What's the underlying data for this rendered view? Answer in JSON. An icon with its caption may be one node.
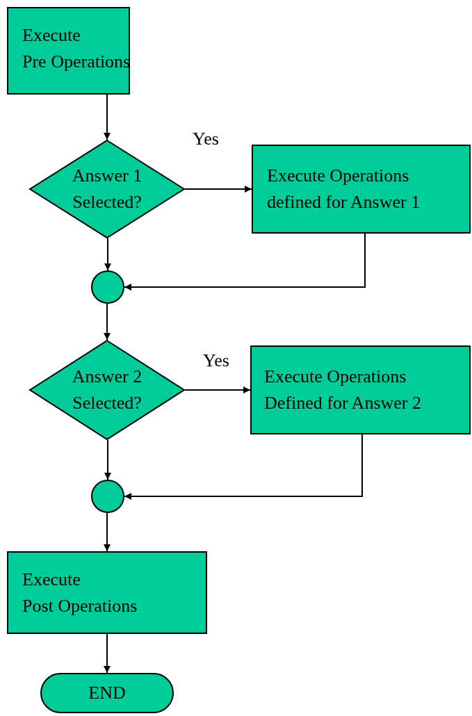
{
  "diagram": {
    "nodes": [
      {
        "text": [
          "Execute",
          "Pre Operations"
        ]
      },
      {
        "text": [
          "Answer 1 Selected?"
        ]
      },
      {
        "text": [
          "Execute Operations defined for Answer 1"
        ]
      },
      {
        "text": [],
        "shape": "circle"
      },
      {
        "text": [
          "Answer 2 Selected?"
        ]
      },
      {
        "text": [
          "Execute Operations Defined for Answer 2"
        ]
      },
      {
        "text": [],
        "shape": "circle"
      },
      {
        "text": [
          "Execute",
          "Post Operations"
        ]
      },
      {
        "text": [
          "END"
        ]
      }
    ],
    "edges": [
      {
        "from": 0,
        "to": 1,
        "arrow": "to"
      },
      {
        "from": 1,
        "to": 2,
        "arrow": "to",
        "label": "Yes"
      },
      {
        "from": 1,
        "to": 3,
        "arrow": "to"
      },
      {
        "from": 2,
        "to": 3,
        "arrow": "to"
      },
      {
        "from": 3,
        "to": 4,
        "arrow": "to"
      },
      {
        "from": 4,
        "to": 5,
        "arrow": "to",
        "label": "Yes"
      },
      {
        "from": 4,
        "to": 6,
        "arrow": "to"
      },
      {
        "from": 5,
        "to": 6,
        "arrow": "to"
      },
      {
        "from": 6,
        "to": 7,
        "arrow": "to"
      },
      {
        "from": 7,
        "to": 8,
        "arrow": "to"
      }
    ]
  }
}
